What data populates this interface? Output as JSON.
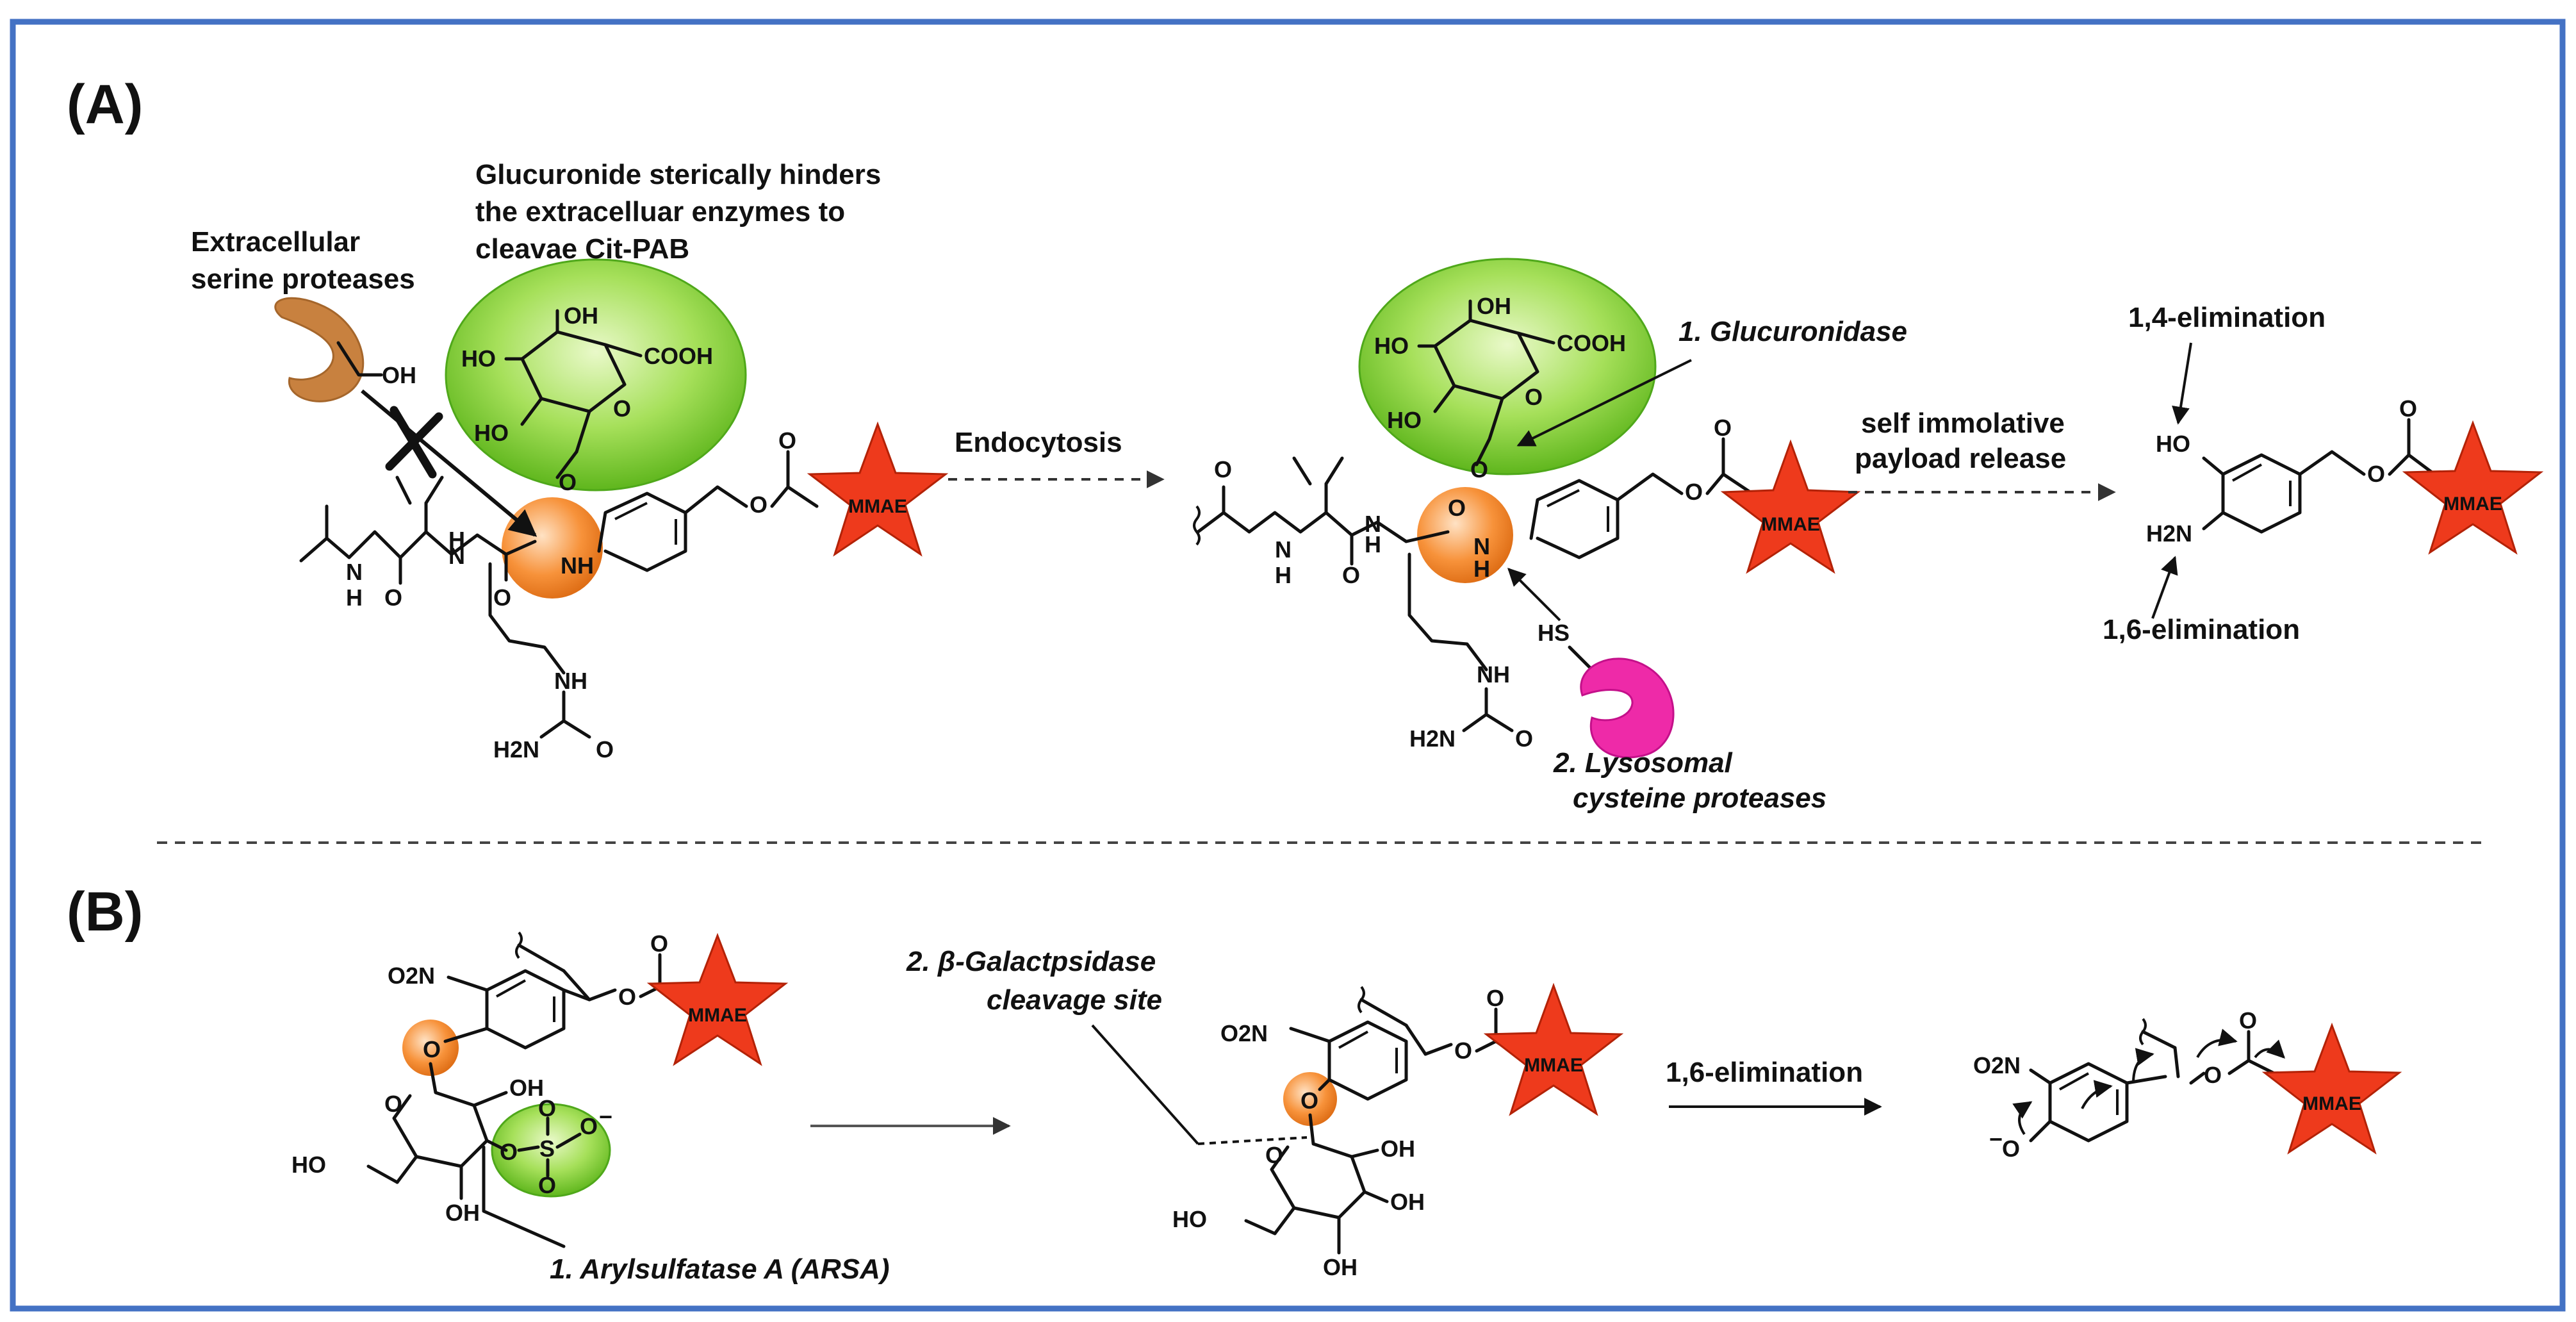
{
  "panels": {
    "a": "(A)",
    "b": "(B)"
  },
  "panel_a": {
    "glucuronide_note": [
      "Glucuronide sterically  hinders",
      "the extracelluar enzymes to",
      "cleavae Cit-PAB"
    ],
    "extracellular_enzyme": [
      "Extracellular",
      "serine proteases"
    ],
    "serine_oh": "OH",
    "endocytosis": "Endocytosis",
    "step1": "1. Glucuronidase",
    "step2": [
      "2. Lysosomal",
      "cysteine proteases"
    ],
    "cysteine_thiol": "HS",
    "release": [
      "self immolative",
      "payload release"
    ],
    "elim14": "1,4-elimination",
    "elim16": "1,6-elimination",
    "atoms": {
      "oh": "OH",
      "ho": "HO",
      "cooh": "COOH",
      "o": "O",
      "n": "N",
      "h": "H",
      "nh": "NH",
      "h2n": "H2N",
      "h2n_sub": "2"
    },
    "payload": "MMAE"
  },
  "panel_b": {
    "arsa": "1. Arylsulfatase A (ARSA)",
    "galactosidase": [
      "2. β-Galactpsidase",
      "cleavage site"
    ],
    "elim16": "1,6-elimination",
    "atoms": {
      "no2": "O2N",
      "oh": "OH",
      "ho": "HO",
      "o": "O",
      "s": "S",
      "minus": "−"
    },
    "payload": "MMAE"
  },
  "colors": {
    "frame": "#4472c4",
    "glucuronide_highlight": "#8bd43c",
    "cleavage_site": "#f7923a",
    "payload_star": "#ee3a1c",
    "serine_protease": "#c8813f",
    "cysteine_protease": "#ee2aa8"
  }
}
